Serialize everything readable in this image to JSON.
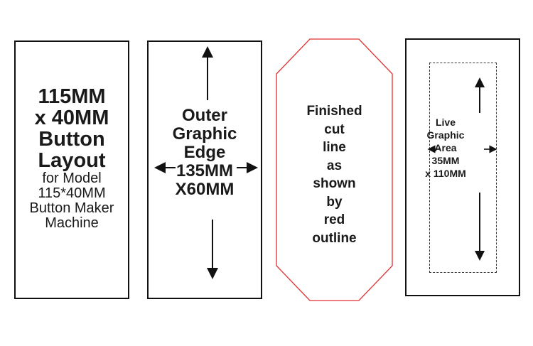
{
  "panel1": {
    "line1": "115MM",
    "line2": "x 40MM",
    "line3": "Button",
    "line4": "Layout",
    "line5": "for Model",
    "line6": "115*40MM",
    "line7": "Button Maker",
    "line8": "Machine"
  },
  "panel2": {
    "line1": "Outer",
    "line2": "Graphic",
    "line3": "Edge",
    "line4": "135MM",
    "line5": "X60MM"
  },
  "panel3": {
    "line1": "Finished",
    "line2": "cut",
    "line3": "line",
    "line4": "as",
    "line5": "shown",
    "line6": "by",
    "line7": "red",
    "line8": "outline"
  },
  "panel4": {
    "line1": "Live",
    "line2": "Graphic",
    "line3": "Area",
    "line4": "35MM",
    "line5": "x 110MM"
  },
  "colors": {
    "outline_red": "#e03030",
    "border": "#111111",
    "text": "#1a1a1a"
  }
}
